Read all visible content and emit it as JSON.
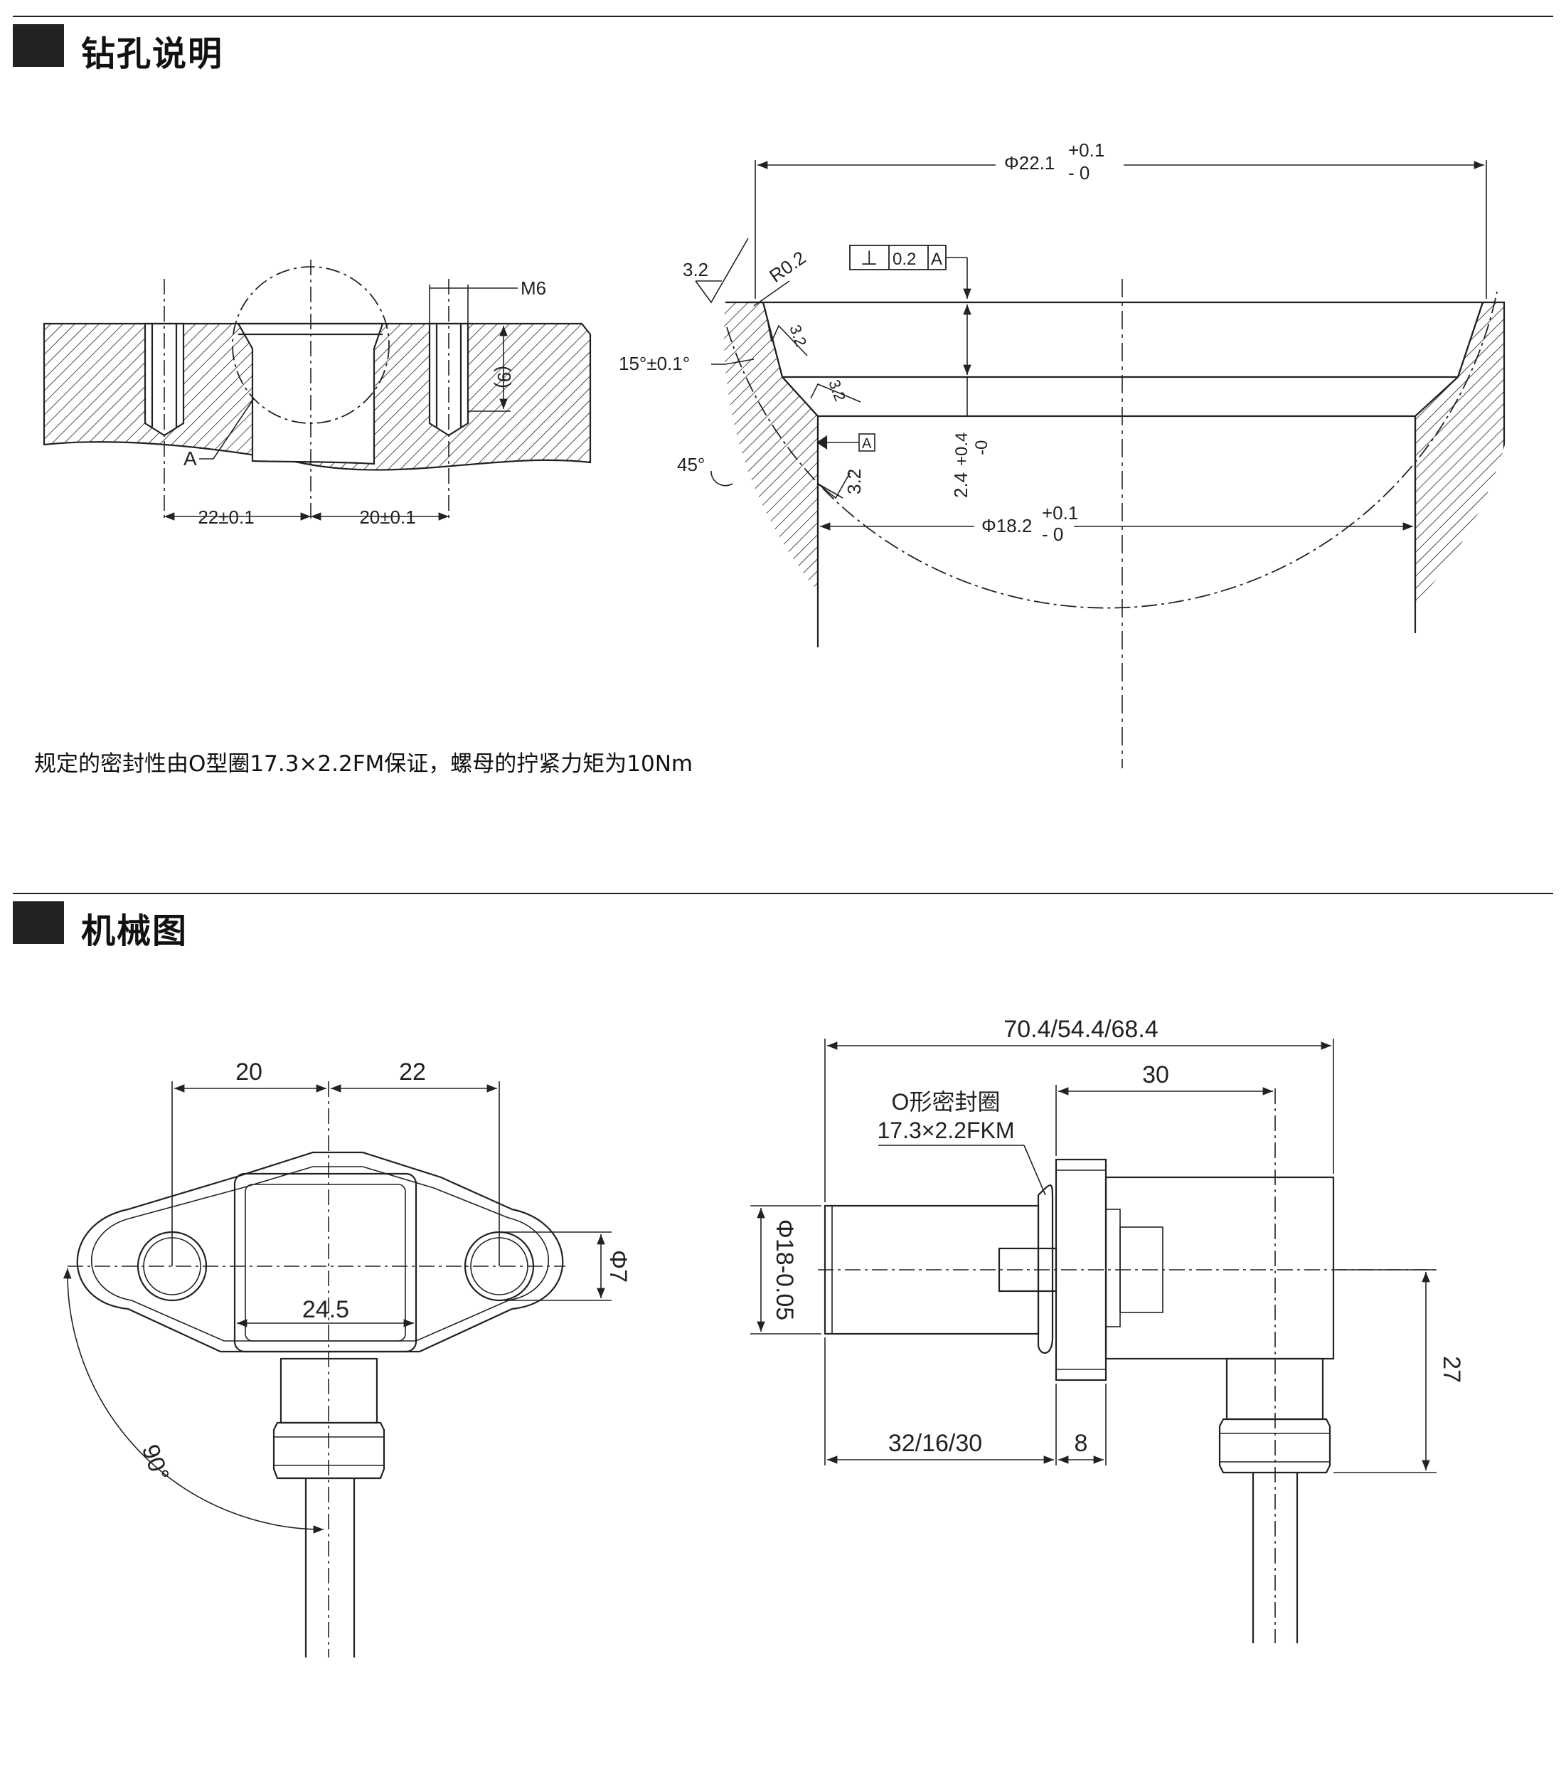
{
  "sections": [
    {
      "title": "钻孔说明"
    },
    {
      "title": "机械图"
    }
  ],
  "drill": {
    "note": "规定的密封性由O型圈17.3×2.2FM保证，螺母的拧紧力矩为10Nm",
    "section_view": {
      "thread": "M6",
      "depth": "(9)",
      "detail_ref": "A",
      "dim_left": "22±0.1",
      "dim_right": "20±0.1"
    },
    "detail_view": {
      "outer_dia": "Φ22.1",
      "outer_tol_upper": "+0.1",
      "outer_tol_lower": "- 0",
      "roughness_top": "3.2",
      "radius": "R0.2",
      "perpendicularity": "⊥",
      "perpendicularity_tol": "0.2",
      "datum": "A",
      "chamfer_angle": "15°±0.1°",
      "roughness_chamfer": "3.2",
      "roughness_step": "3.2",
      "bottom_angle": "45°",
      "datum_ref": "A",
      "roughness_bore": "3.2",
      "depth": "2.4",
      "depth_tol_upper": "+0.4",
      "depth_tol_lower": "-0",
      "inner_dia": "Φ18.2",
      "inner_tol_upper": "+0.1",
      "inner_tol_lower": "- 0"
    }
  },
  "mechanical": {
    "front": {
      "dim_left": "20",
      "dim_right": "22",
      "hole_dia": "Φ7",
      "body_width": "24.5",
      "angle": "90°"
    },
    "side": {
      "total_length": "70.4/54.4/68.4",
      "head_length": "30",
      "seal_label_1": "O形密封圈",
      "seal_label_2": "17.3×2.2FKM",
      "shaft_dia": "Φ18-0.05",
      "shaft_length": "32/16/30",
      "flange": "8",
      "height": "27"
    }
  }
}
